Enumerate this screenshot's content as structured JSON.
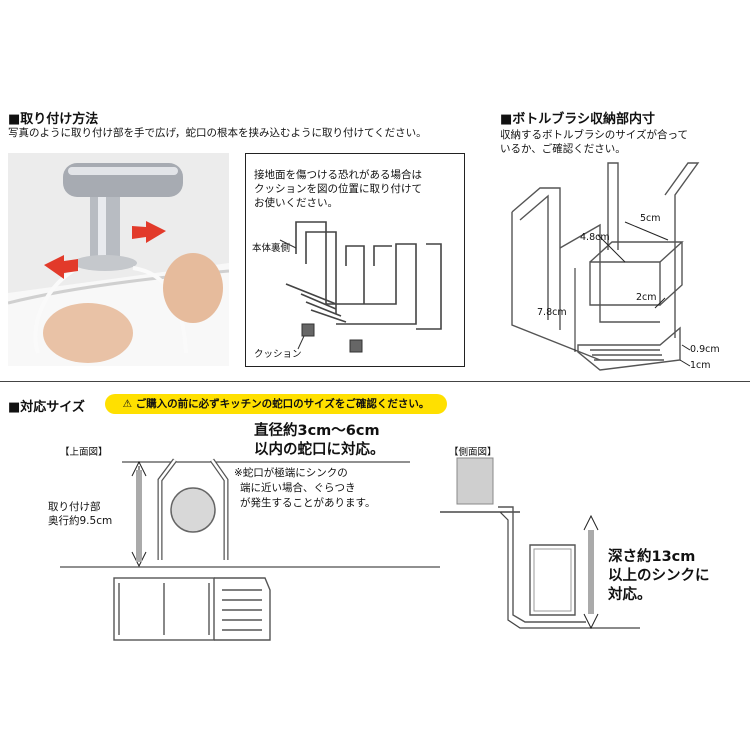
{
  "install": {
    "heading": "■取り付け方法",
    "description": "写真のように取り付け部を手で広げ，蛇口の根本を挟み込むように取り付けてください。"
  },
  "note_box": {
    "lines": [
      "接地面を傷つける恐れがある場合は",
      "クッションを図の位置に取り付けて",
      "お使いください。"
    ],
    "label_back": "本体裏側",
    "label_cushion": "クッション"
  },
  "brush": {
    "heading": "■ボトルブラシ収納部内寸",
    "lines": [
      "収納するボトルブラシのサイズが合って",
      "いるか、ご確認ください。"
    ],
    "dims": {
      "w": "5cm",
      "d": "4.8cm",
      "h": "7.8cm",
      "gap": "2cm",
      "bottom1": "0.9cm",
      "bottom2": "1cm"
    }
  },
  "size": {
    "heading": "■対応サイズ",
    "warning": "ご購入の前に必ずキッチンの蛇口のサイズをご確認ください。",
    "top_view": "【上面図】",
    "side_view": "【側面図】",
    "mount": [
      "取り付け部",
      "奥行約9.5cm"
    ],
    "diameter": [
      "直径約3cm～6cm",
      "以内の蛇口に対応。"
    ],
    "caution": [
      "※蛇口が極端にシンクの",
      "端に近い場合、ぐらつき",
      "が発生することがあります。"
    ],
    "depth": [
      "深さ約13cm",
      "以上のシンクに",
      "対応。"
    ]
  }
}
